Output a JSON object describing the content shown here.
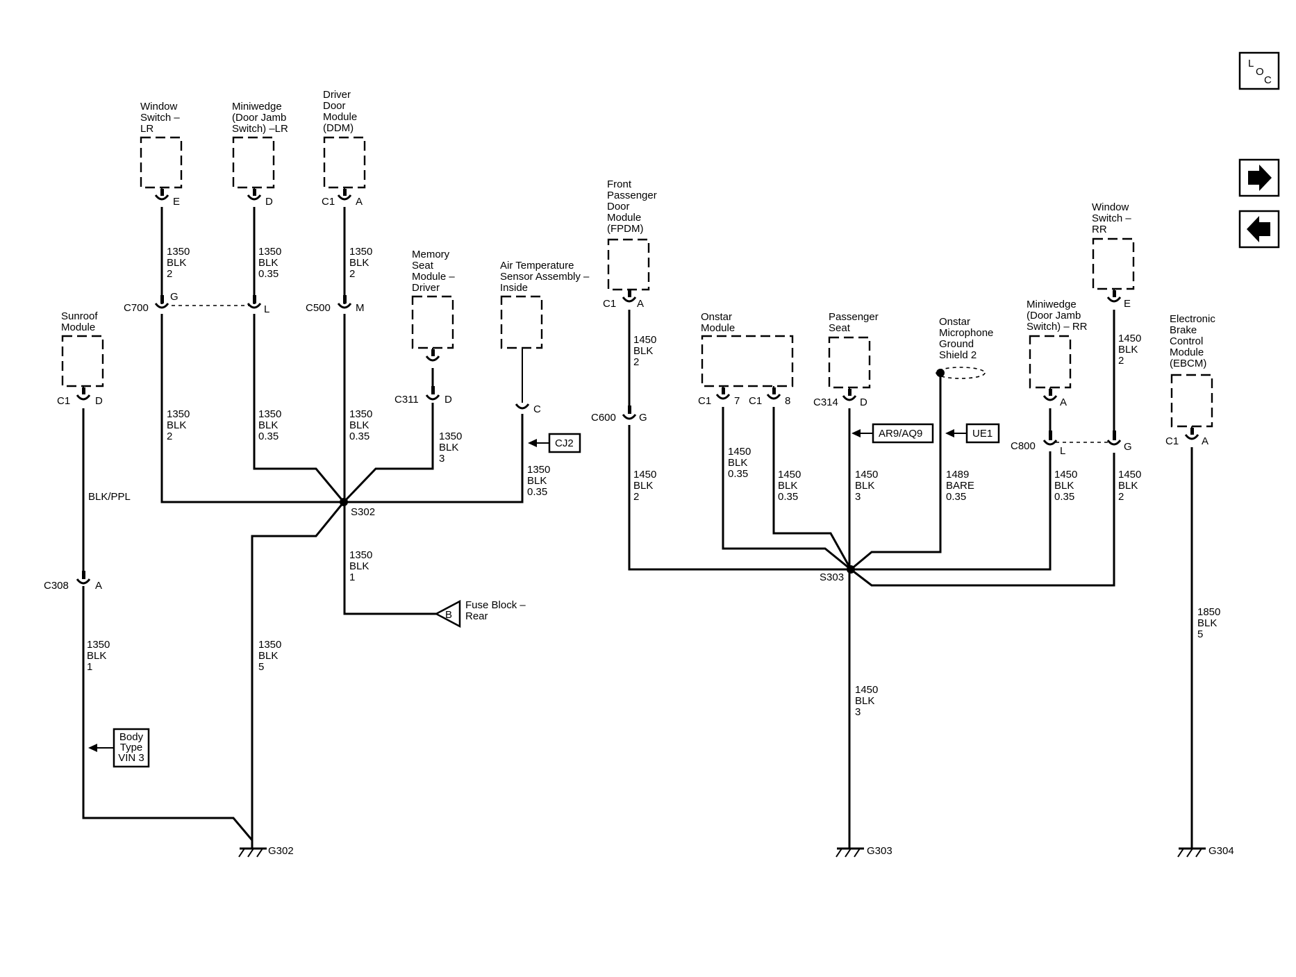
{
  "nav": {
    "loc_l": "L",
    "loc_o": "O",
    "loc_c": "C",
    "forward_icon": "right-arrow-icon",
    "back_icon": "left-arrow-icon"
  },
  "components": {
    "window_switch_lr": [
      "Window",
      "Switch –",
      "LR"
    ],
    "miniwedge_lr": [
      "Miniwedge",
      "(Door Jamb",
      "Switch) –LR"
    ],
    "ddm": [
      "Driver",
      "Door",
      "Module",
      "(DDM)"
    ],
    "sunroof": [
      "Sunroof",
      "Module"
    ],
    "memory_seat": [
      "Memory",
      "Seat",
      "Module –",
      "Driver"
    ],
    "air_temp": [
      "Air Temperature",
      "Sensor Assembly –",
      "Inside"
    ],
    "fpdm": [
      "Front",
      "Passenger",
      "Door",
      "Module",
      "(FPDM)"
    ],
    "onstar_module": [
      "Onstar",
      "Module"
    ],
    "passenger_seat": [
      "Passenger",
      "Seat"
    ],
    "onstar_mic": [
      "Onstar",
      "Microphone",
      "Ground",
      "Shield 2"
    ],
    "miniwedge_rr": [
      "Miniwedge",
      "(Door Jamb",
      "Switch) – RR"
    ],
    "window_switch_rr": [
      "Window",
      "Switch –",
      "RR"
    ],
    "ebcm": [
      "Electronic",
      "Brake",
      "Control",
      "Module",
      "(EBCM)"
    ],
    "fuse_block": [
      "Fuse Block –",
      "Rear"
    ],
    "body_type": [
      "Body",
      "Type",
      "VIN 3"
    ]
  },
  "pins": {
    "e1": "E",
    "d1": "D",
    "c1": "C1",
    "a1": "A",
    "c700": "C700",
    "g1": "G",
    "l1": "L",
    "c500": "C500",
    "m1": "M",
    "sun_c1": "C1",
    "sun_d": "D",
    "c311": "C311",
    "c311_d": "D",
    "air_c": "C",
    "fpdm_c1": "C1",
    "fpdm_a": "A",
    "c600": "C600",
    "c600_g": "G",
    "on_c1a": "C1",
    "on_7": "7",
    "on_c1b": "C1",
    "on_8": "8",
    "c314": "C314",
    "c314_d": "D",
    "rr_a": "A",
    "c800": "C800",
    "c800_l": "L",
    "rr_e": "E",
    "rr_g": "G",
    "ebcm_c1": "C1",
    "ebcm_a": "A",
    "c308": "C308",
    "c308_a": "A"
  },
  "wires": {
    "w1": [
      "1350",
      "BLK",
      "2"
    ],
    "w2": [
      "1350",
      "BLK",
      "0.35"
    ],
    "w3": [
      "1350",
      "BLK",
      "2"
    ],
    "w4": [
      "1350",
      "BLK",
      "2"
    ],
    "w5": [
      "1350",
      "BLK",
      "0.35"
    ],
    "w6": [
      "1350",
      "BLK",
      "0.35"
    ],
    "w7": [
      "1350",
      "BLK",
      "3"
    ],
    "w8": [
      "1350",
      "BLK",
      "0.35"
    ],
    "w9": [
      "1350",
      "BLK",
      "1"
    ],
    "w10": [
      "1350",
      "BLK",
      "5"
    ],
    "w11": [
      "1350",
      "BLK",
      "1"
    ],
    "w12": [
      "1450",
      "BLK",
      "2"
    ],
    "w13": [
      "1450",
      "BLK",
      "2"
    ],
    "w14": [
      "1450",
      "BLK",
      "0.35"
    ],
    "w15": [
      "1450",
      "BLK",
      "0.35"
    ],
    "w16": [
      "1450",
      "BLK",
      "3"
    ],
    "w17": [
      "1489",
      "BARE",
      "0.35"
    ],
    "w18": [
      "1450",
      "BLK",
      "0.35"
    ],
    "w19": [
      "1450",
      "BLK",
      "2"
    ],
    "w20": [
      "1450",
      "BLK",
      "2"
    ],
    "w21": [
      "1450",
      "BLK",
      "3"
    ],
    "w22": [
      "1850",
      "BLK",
      "5"
    ],
    "blk_ppl": "BLK/PPL"
  },
  "refs": {
    "cj2": "CJ2",
    "ar9": "AR9/AQ9",
    "ue1": "UE1",
    "fuse_pin": "B"
  },
  "splices": {
    "s302": "S302",
    "s303": "S303"
  },
  "grounds": {
    "g302": "G302",
    "g303": "G303",
    "g304": "G304"
  }
}
